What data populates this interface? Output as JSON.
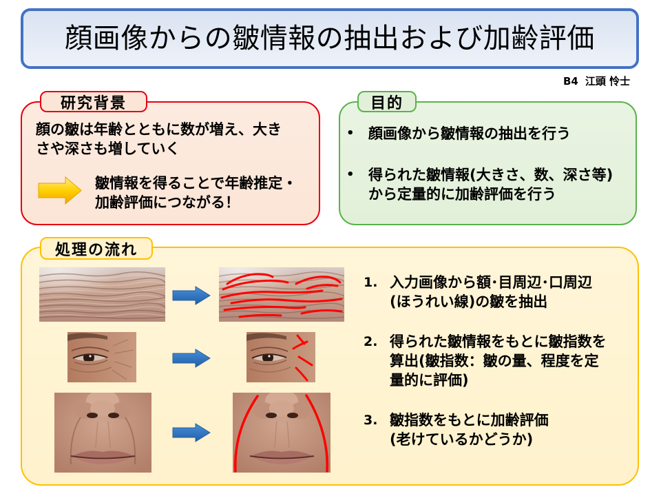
{
  "title": "顔画像からの皺情報の抽出および加齢評価",
  "author": {
    "grade": "B4",
    "name": "江頭 怜士"
  },
  "background": {
    "label": "研究背景",
    "lines": [
      "顔の皺は年齢とともに数が増え、大き",
      "さや深さも増していく"
    ],
    "conclusion_lines": [
      "皺情報を得ることで年齢推定・",
      "加齢評価につながる！"
    ]
  },
  "purpose": {
    "label": "目的",
    "bullet": "•",
    "items": [
      {
        "lines": [
          "顔画像から皺情報の抽出を行う"
        ]
      },
      {
        "lines": [
          "得られた皺情報(大きさ、数、深さ等)",
          "から定量的に加齢評価を行う"
        ]
      }
    ]
  },
  "process": {
    "label": "処理の流れ",
    "steps": [
      {
        "number": "1.",
        "lines": [
          "入力画像から額･目周辺･口周辺",
          "(ほうれい線)の皺を抽出"
        ]
      },
      {
        "number": "2.",
        "lines": [
          "得られた皺情報をもとに皺指数を",
          "算出(皺指数：皺の量、程度を定",
          "量的に評価)"
        ]
      },
      {
        "number": "3.",
        "lines": [
          "皺指数をもとに加齢評価",
          "(老けているかどうか)"
        ]
      }
    ]
  },
  "icons": {
    "conclusion_arrow": "right-arrow-icon",
    "flow_arrow": "right-arrow-icon"
  },
  "colors": {
    "title_border": "#4472c4",
    "background_border": "#e60012",
    "background_fill": "#fbe5d6",
    "purpose_border": "#59b34a",
    "purpose_fill": "#e2f0d9",
    "process_border": "#ffc000",
    "process_fill": "#fff2cc",
    "flow_arrow": "#2e75b6",
    "conclusion_arrow": "#ffc000",
    "detected_wrinkle": "#ff0000"
  }
}
